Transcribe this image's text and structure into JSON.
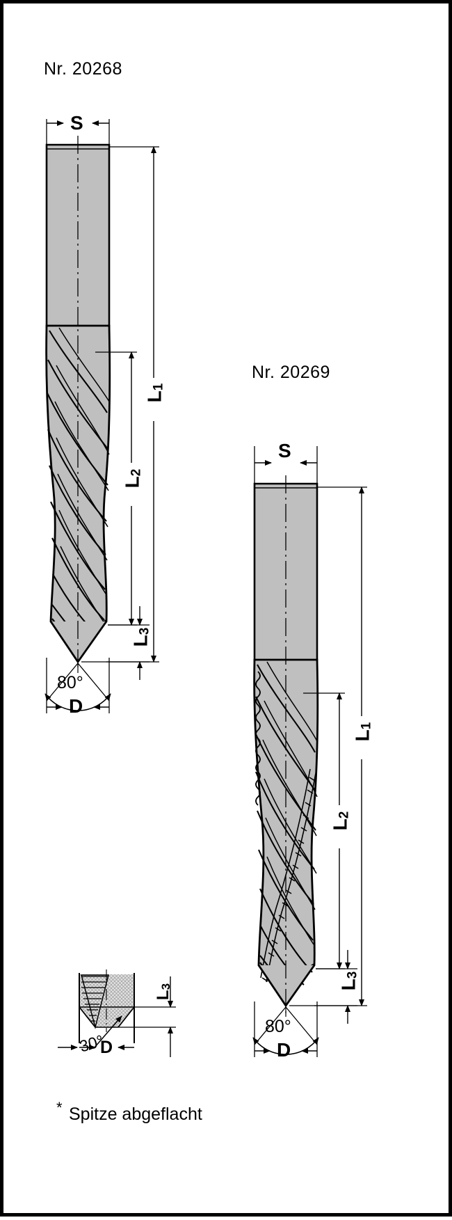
{
  "sheet": {
    "background": "#ffffff",
    "border_color": "#000000",
    "metal_fill": "#bfbfbf",
    "line_color": "#000000",
    "hatch_fill": "#d9d9d9"
  },
  "drill_left": {
    "part_label": "Nr. 20268",
    "shank_dim": "S",
    "overall_length_dim": "L",
    "overall_length_sub": "1",
    "flute_length_dim": "L",
    "flute_length_sub": "2",
    "tip_length_dim": "L",
    "tip_length_sub": "3",
    "point_angle": "80°",
    "diameter_dim": "D",
    "flute_style": "spiral"
  },
  "drill_right": {
    "part_label": "Nr. 20269",
    "shank_dim": "S",
    "overall_length_dim": "L",
    "overall_length_sub": "1",
    "flute_length_dim": "L",
    "flute_length_sub": "2",
    "tip_length_dim": "L",
    "tip_length_sub": "3",
    "point_angle": "80°",
    "diameter_dim": "D",
    "flute_style": "spiral-chipbreaker"
  },
  "detail_inset": {
    "chamfer_angle": "30°",
    "tip_length_dim": "L",
    "tip_length_sub": "3",
    "diameter_dim": "D"
  },
  "footnote": {
    "marker": "*",
    "text": "Spitze abgeflacht"
  }
}
